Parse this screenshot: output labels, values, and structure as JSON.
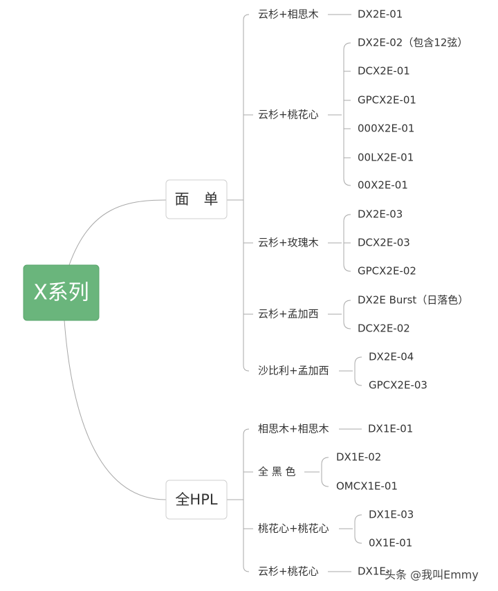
{
  "root": {
    "label": "X系列",
    "color": "#6ab57c"
  },
  "branches": [
    {
      "label": "面　单",
      "woods": [
        {
          "label": "云杉+相思木",
          "models": [
            "DX2E-01"
          ]
        },
        {
          "label": "云杉+桃花心",
          "models": [
            "DX2E-02（包含12弦）",
            "DCX2E-01",
            "GPCX2E-01",
            "000X2E-01",
            "00LX2E-01",
            "00X2E-01"
          ]
        },
        {
          "label": "云杉+玫瑰木",
          "models": [
            "DX2E-03",
            "DCX2E-03",
            "GPCX2E-02"
          ]
        },
        {
          "label": "云杉+孟加西",
          "models": [
            "DX2E Burst（日落色）",
            "DCX2E-02"
          ]
        },
        {
          "label": "沙比利+孟加西",
          "models": [
            "DX2E-04",
            "GPCX2E-03"
          ]
        }
      ]
    },
    {
      "label": "全HPL",
      "woods": [
        {
          "label": "相思木+相思木",
          "models": [
            "DX1E-01"
          ]
        },
        {
          "label": "全 黑 色",
          "models": [
            "DX1E-02",
            "OMCX1E-01"
          ]
        },
        {
          "label": "桃花心+桃花心",
          "models": [
            "DX1E-03",
            "0X1E-01"
          ]
        },
        {
          "label": "云杉+桃花心",
          "models": [
            "DX1E-"
          ]
        }
      ]
    }
  ],
  "watermark": "头条 @我叫Emmy"
}
